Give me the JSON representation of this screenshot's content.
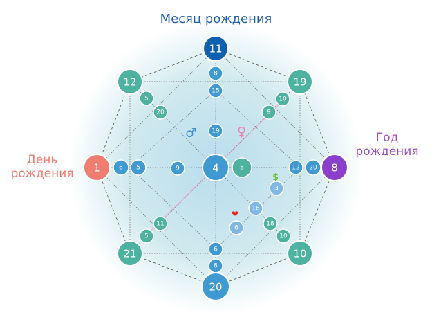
{
  "labels": {
    "month": "Месяц рождения",
    "day_line1": "День",
    "day_line2": "рождения",
    "year_line1": "Год",
    "year_line2": "рождения"
  },
  "symbols": {
    "male": "♂",
    "female": "♀",
    "money": "$",
    "heart": "❤"
  },
  "colors": {
    "blue": "#3f9ad4",
    "dark_blue": "#1060b0",
    "teal": "#4db3a0",
    "light_blue": "#7fb8e6",
    "coral": "#f07d72",
    "purple": "#8a40c8",
    "male": "#3f8fd8",
    "female": "#ec7fb0",
    "money": "#6cbf3c",
    "heart": "#e3241f"
  },
  "nodes": {
    "top": "11",
    "top_1": "8",
    "top_2": "15",
    "top_3": "19",
    "bottom": "20",
    "bottom_1": "8",
    "bottom_2": "6",
    "left": "1",
    "left_1": "6",
    "left_2": "5",
    "left_3": "9",
    "right": "8",
    "right_1": "20",
    "right_2": "12",
    "center": "4",
    "center_right": "8",
    "tl": "12",
    "tl_1": "5",
    "tl_2": "20",
    "tr": "19",
    "tr_1": "10",
    "tr_2": "9",
    "bl": "21",
    "bl_1": "5",
    "bl_2": "11",
    "br": "10",
    "br_1": "10",
    "br_2": "18",
    "money_1": "3",
    "money_2": "18",
    "heart_1": "6"
  }
}
